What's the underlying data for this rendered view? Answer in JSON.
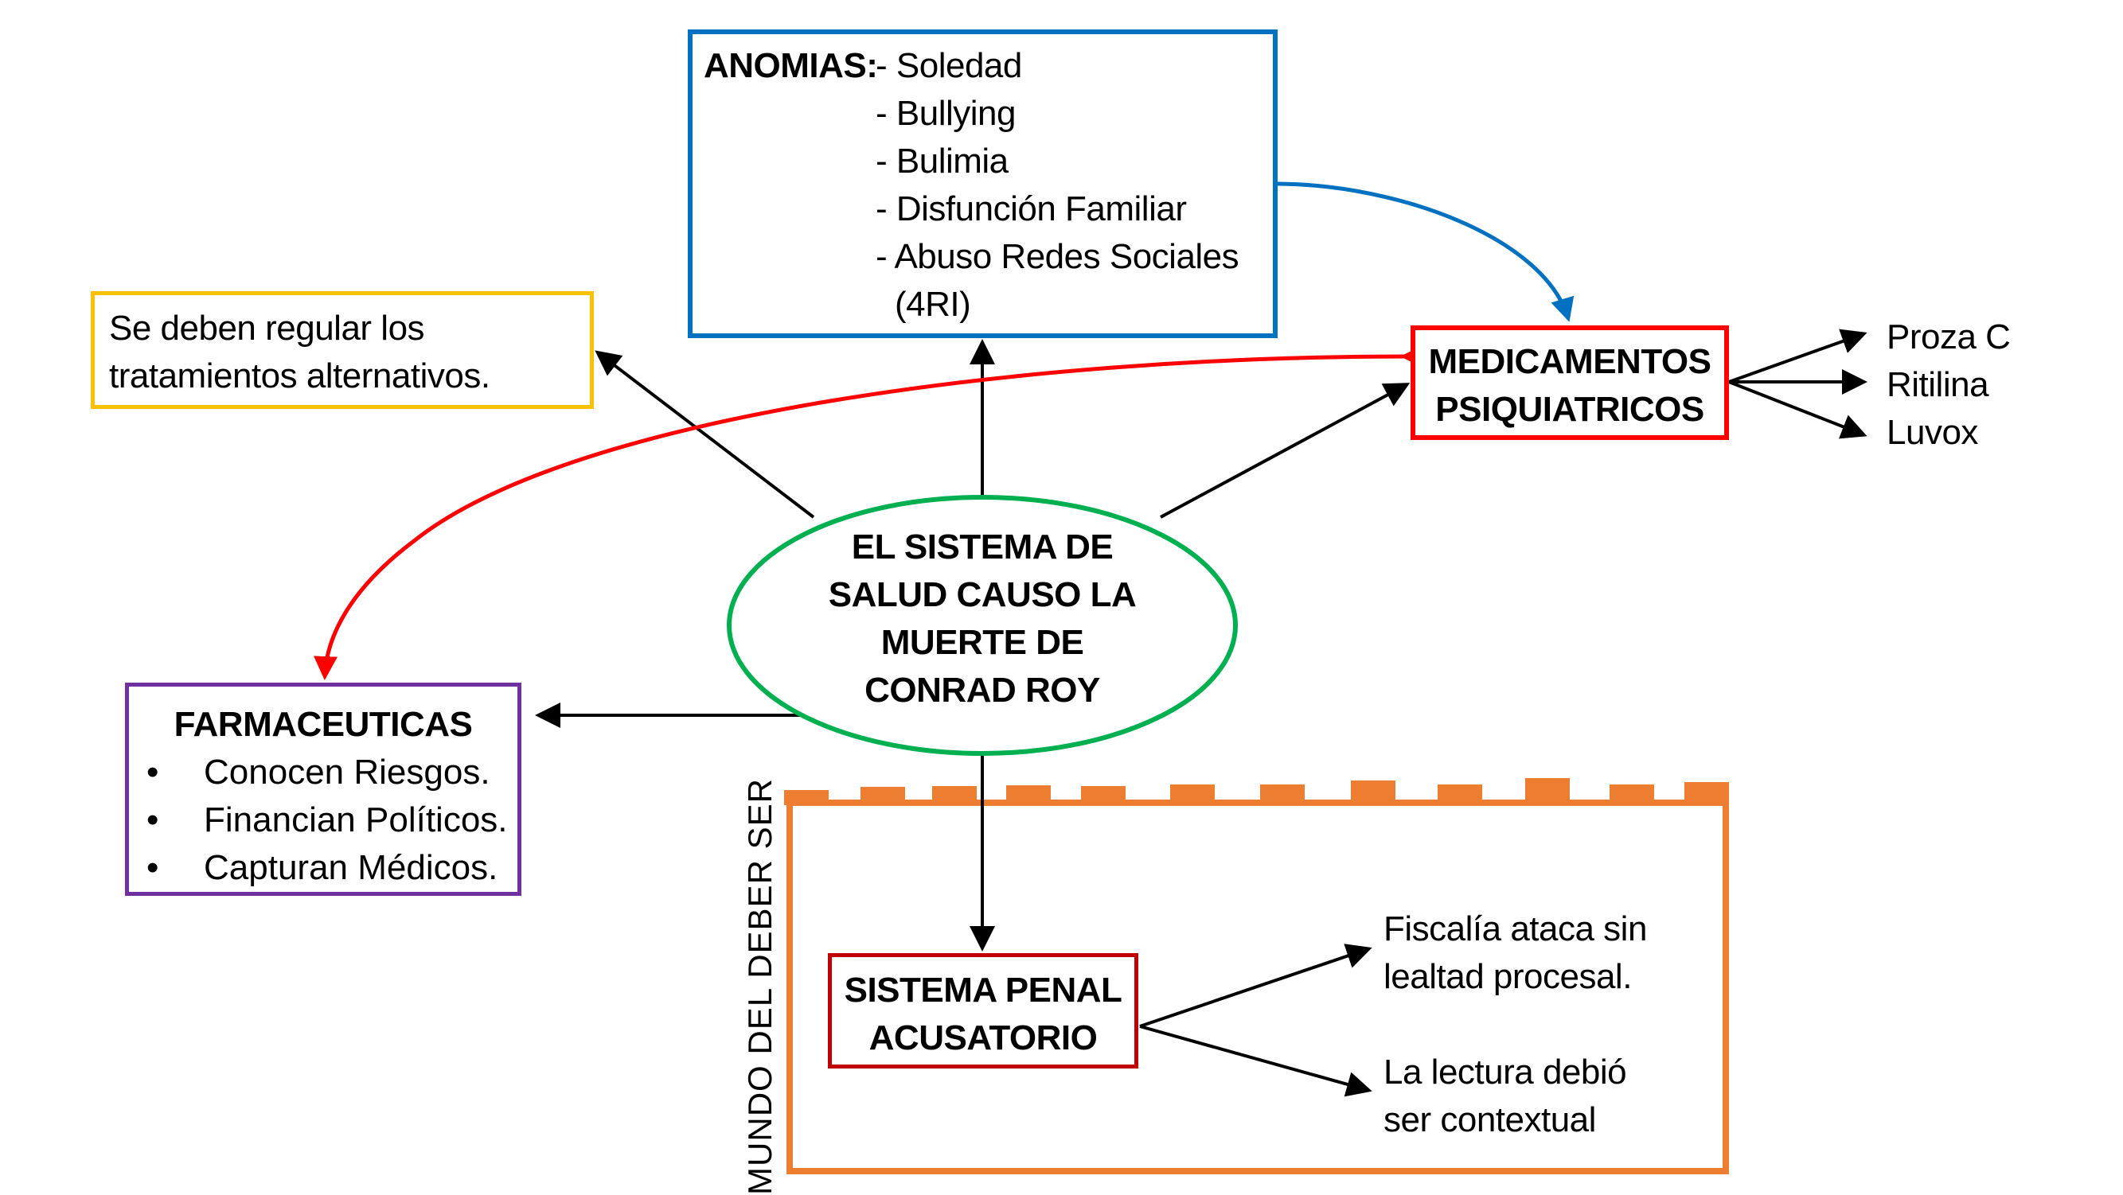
{
  "center_node": {
    "lines": [
      "EL SISTEMA DE",
      "SALUD CAUSO LA",
      "MUERTE DE",
      "CONRAD ROY"
    ],
    "border_color": "#00B050"
  },
  "anomias": {
    "title": "ANOMIAS:",
    "items": [
      "- Soledad",
      "- Bullying",
      "- Bulimia",
      "- Disfunción Familiar",
      "- Abuso Redes Sociales",
      "(4RI)"
    ],
    "border_color": "#0070C0"
  },
  "regulation_note": {
    "lines": [
      "Se deben regular los",
      "tratamientos alternativos."
    ],
    "border_color": "#FFC000"
  },
  "farmaceuticas": {
    "title": "FARMACEUTICAS",
    "bullet": "•",
    "items": [
      "Conocen Riesgos.",
      "Financian Políticos.",
      "Capturan Médicos."
    ],
    "border_color": "#7030A0"
  },
  "medicamentos": {
    "lines": [
      "MEDICAMENTOS",
      "PSIQUIATRICOS"
    ],
    "border_color": "#FF0000",
    "drugs": [
      "Proza C",
      "Ritilina",
      "Luvox"
    ]
  },
  "mundo_deber_ser": {
    "label": "MUNDO DEL DEBER SER",
    "border_color": "#ED7D31"
  },
  "sistema_penal": {
    "lines": [
      "SISTEMA PENAL",
      "ACUSATORIO"
    ],
    "border_color": "#C00000",
    "outcomes": [
      [
        "Fiscalía ataca sin",
        "lealtad procesal."
      ],
      [
        "La lectura debió",
        "ser contextual"
      ]
    ]
  },
  "connectors": {
    "arrow_color": "#000000",
    "curve_red": "#FF0000",
    "curve_blue": "#0070C0"
  }
}
